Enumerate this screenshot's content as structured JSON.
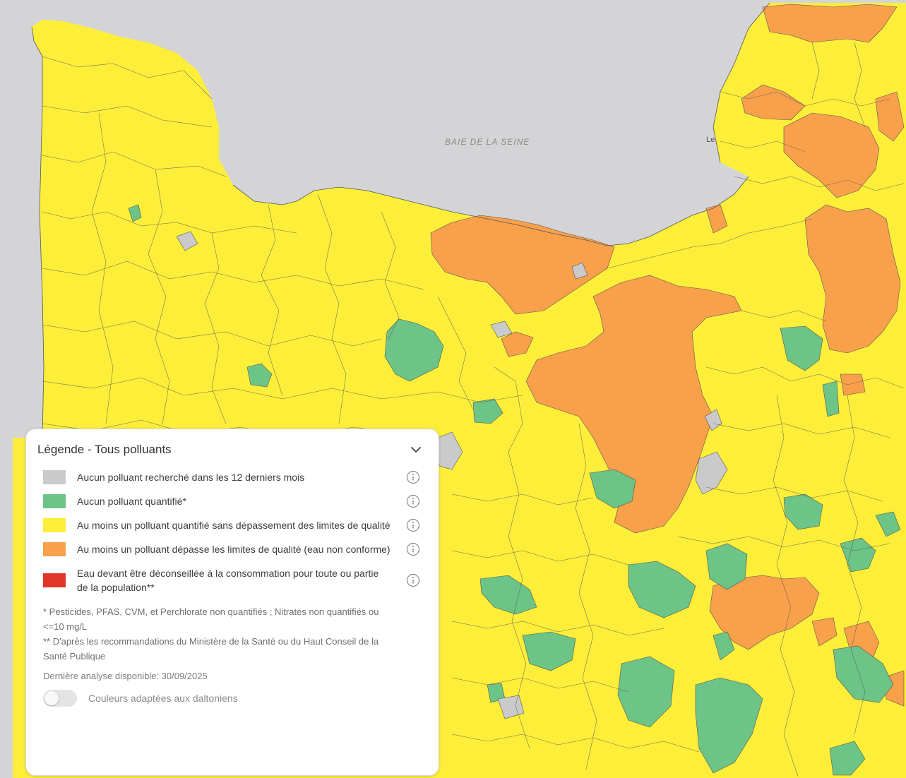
{
  "map": {
    "sea_label": "BAIE DE LA SEINE",
    "place_labels": [
      "Le"
    ],
    "colors": {
      "sea": "#d4d4d6",
      "none_tested": "#cacaca",
      "none_quantified": "#6cc487",
      "quantified_ok": "#fdee3a",
      "exceeds_limits": "#f9a04b",
      "advised_against": "#e2352a",
      "border": "#555555"
    }
  },
  "legend": {
    "title": "Légende - Tous polluants",
    "items": [
      {
        "label": "Aucun polluant recherché dans les 12 derniers mois",
        "color": "#cacaca"
      },
      {
        "label": "Aucun polluant quantifié*",
        "color": "#6cc487"
      },
      {
        "label": "Au moins un polluant quantifié sans dépassement des limites de qualité",
        "color": "#fdee3a"
      },
      {
        "label": "Au moins un polluant dépasse les limites de qualité (eau non conforme)",
        "color": "#f9a04b"
      },
      {
        "label": "Eau devant être déconseillée à la consommation pour toute ou partie de la population**",
        "color": "#e2352a"
      }
    ],
    "footnote_1": "* Pesticides, PFAS, CVM, et Perchlorate non quantifiés ; Nitrates non quantifiés ou <=10 mg/L",
    "footnote_2": "** D'après les recommandations du Ministère de la Santé ou du Haut Conseil de la Santé Publique",
    "last_analysis": "Dernière analyse disponible: 30/09/2025",
    "colorblind_toggle_label": "Couleurs adaptées aux daltoniens",
    "colorblind_enabled": false
  }
}
